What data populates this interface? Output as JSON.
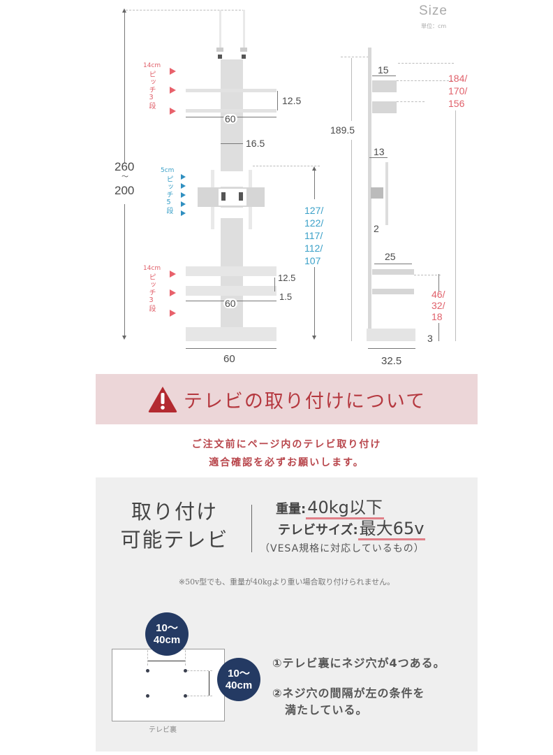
{
  "header": {
    "title": "Size",
    "unit": "単位：cm"
  },
  "front_view": {
    "total_height_top": "260",
    "total_height_sep": "〜",
    "total_height_bottom": "200",
    "upper_shelf_pitch": {
      "pitch": "14cm",
      "label": "ピッチ3段"
    },
    "upper_shelf_gap": "12.5",
    "upper_shelf_width": "60",
    "pole_width": "16.5",
    "bracket_pitch": {
      "pitch": "5cm",
      "label": "ピッチ5段"
    },
    "bracket_heights": [
      "127/",
      "122/",
      "117/",
      "112/",
      "107"
    ],
    "lower_shelf_pitch": {
      "pitch": "14cm",
      "label": "ピッチ3段"
    },
    "lower_shelf_gap": "12.5",
    "lower_shelf_thickness": "1.5",
    "lower_shelf_width": "60",
    "base_width": "60"
  },
  "side_view": {
    "pole_height": "189.5",
    "upper_shelf_depth": "15",
    "upper_shelf_heights": [
      "184/",
      "170/",
      "156"
    ],
    "bracket_depth": "13",
    "pole_gap": "2",
    "lower_shelf_depth": "25",
    "lower_shelf_heights": [
      "46/",
      "32/",
      "18"
    ],
    "base_height": "3",
    "base_depth": "32.5"
  },
  "warning": {
    "icon": "warning-triangle-icon",
    "title": "テレビの取り付けについて",
    "notice_line1": "ご注文前にページ内のテレビ取り付け",
    "notice_line2": "適合確認を必ずお願いします。",
    "color": "#b5383f",
    "bg": "#ecd6d8"
  },
  "compat": {
    "title_line1": "取り付け",
    "title_line2": "可能テレビ",
    "weight_label": "重量:",
    "weight_value": "40kg以下",
    "size_label": "テレビサイズ:",
    "size_value": "最大65v",
    "vesa_note": "（VESA規格に対応しているもの）",
    "footnote": "※50v型でも、重量が40kgより重い場合取り付けられません。"
  },
  "vesa": {
    "horizontal_range": [
      "10〜",
      "40cm"
    ],
    "vertical_range": [
      "10〜",
      "40cm"
    ],
    "tv_back_label": "テレビ裏",
    "condition1": "①テレビ裏にネジ穴が4つある。",
    "condition2_line1": "②ネジ穴の間隔が左の条件を",
    "condition2_line2": "満たしている。",
    "bubble_color": "#243a63"
  }
}
